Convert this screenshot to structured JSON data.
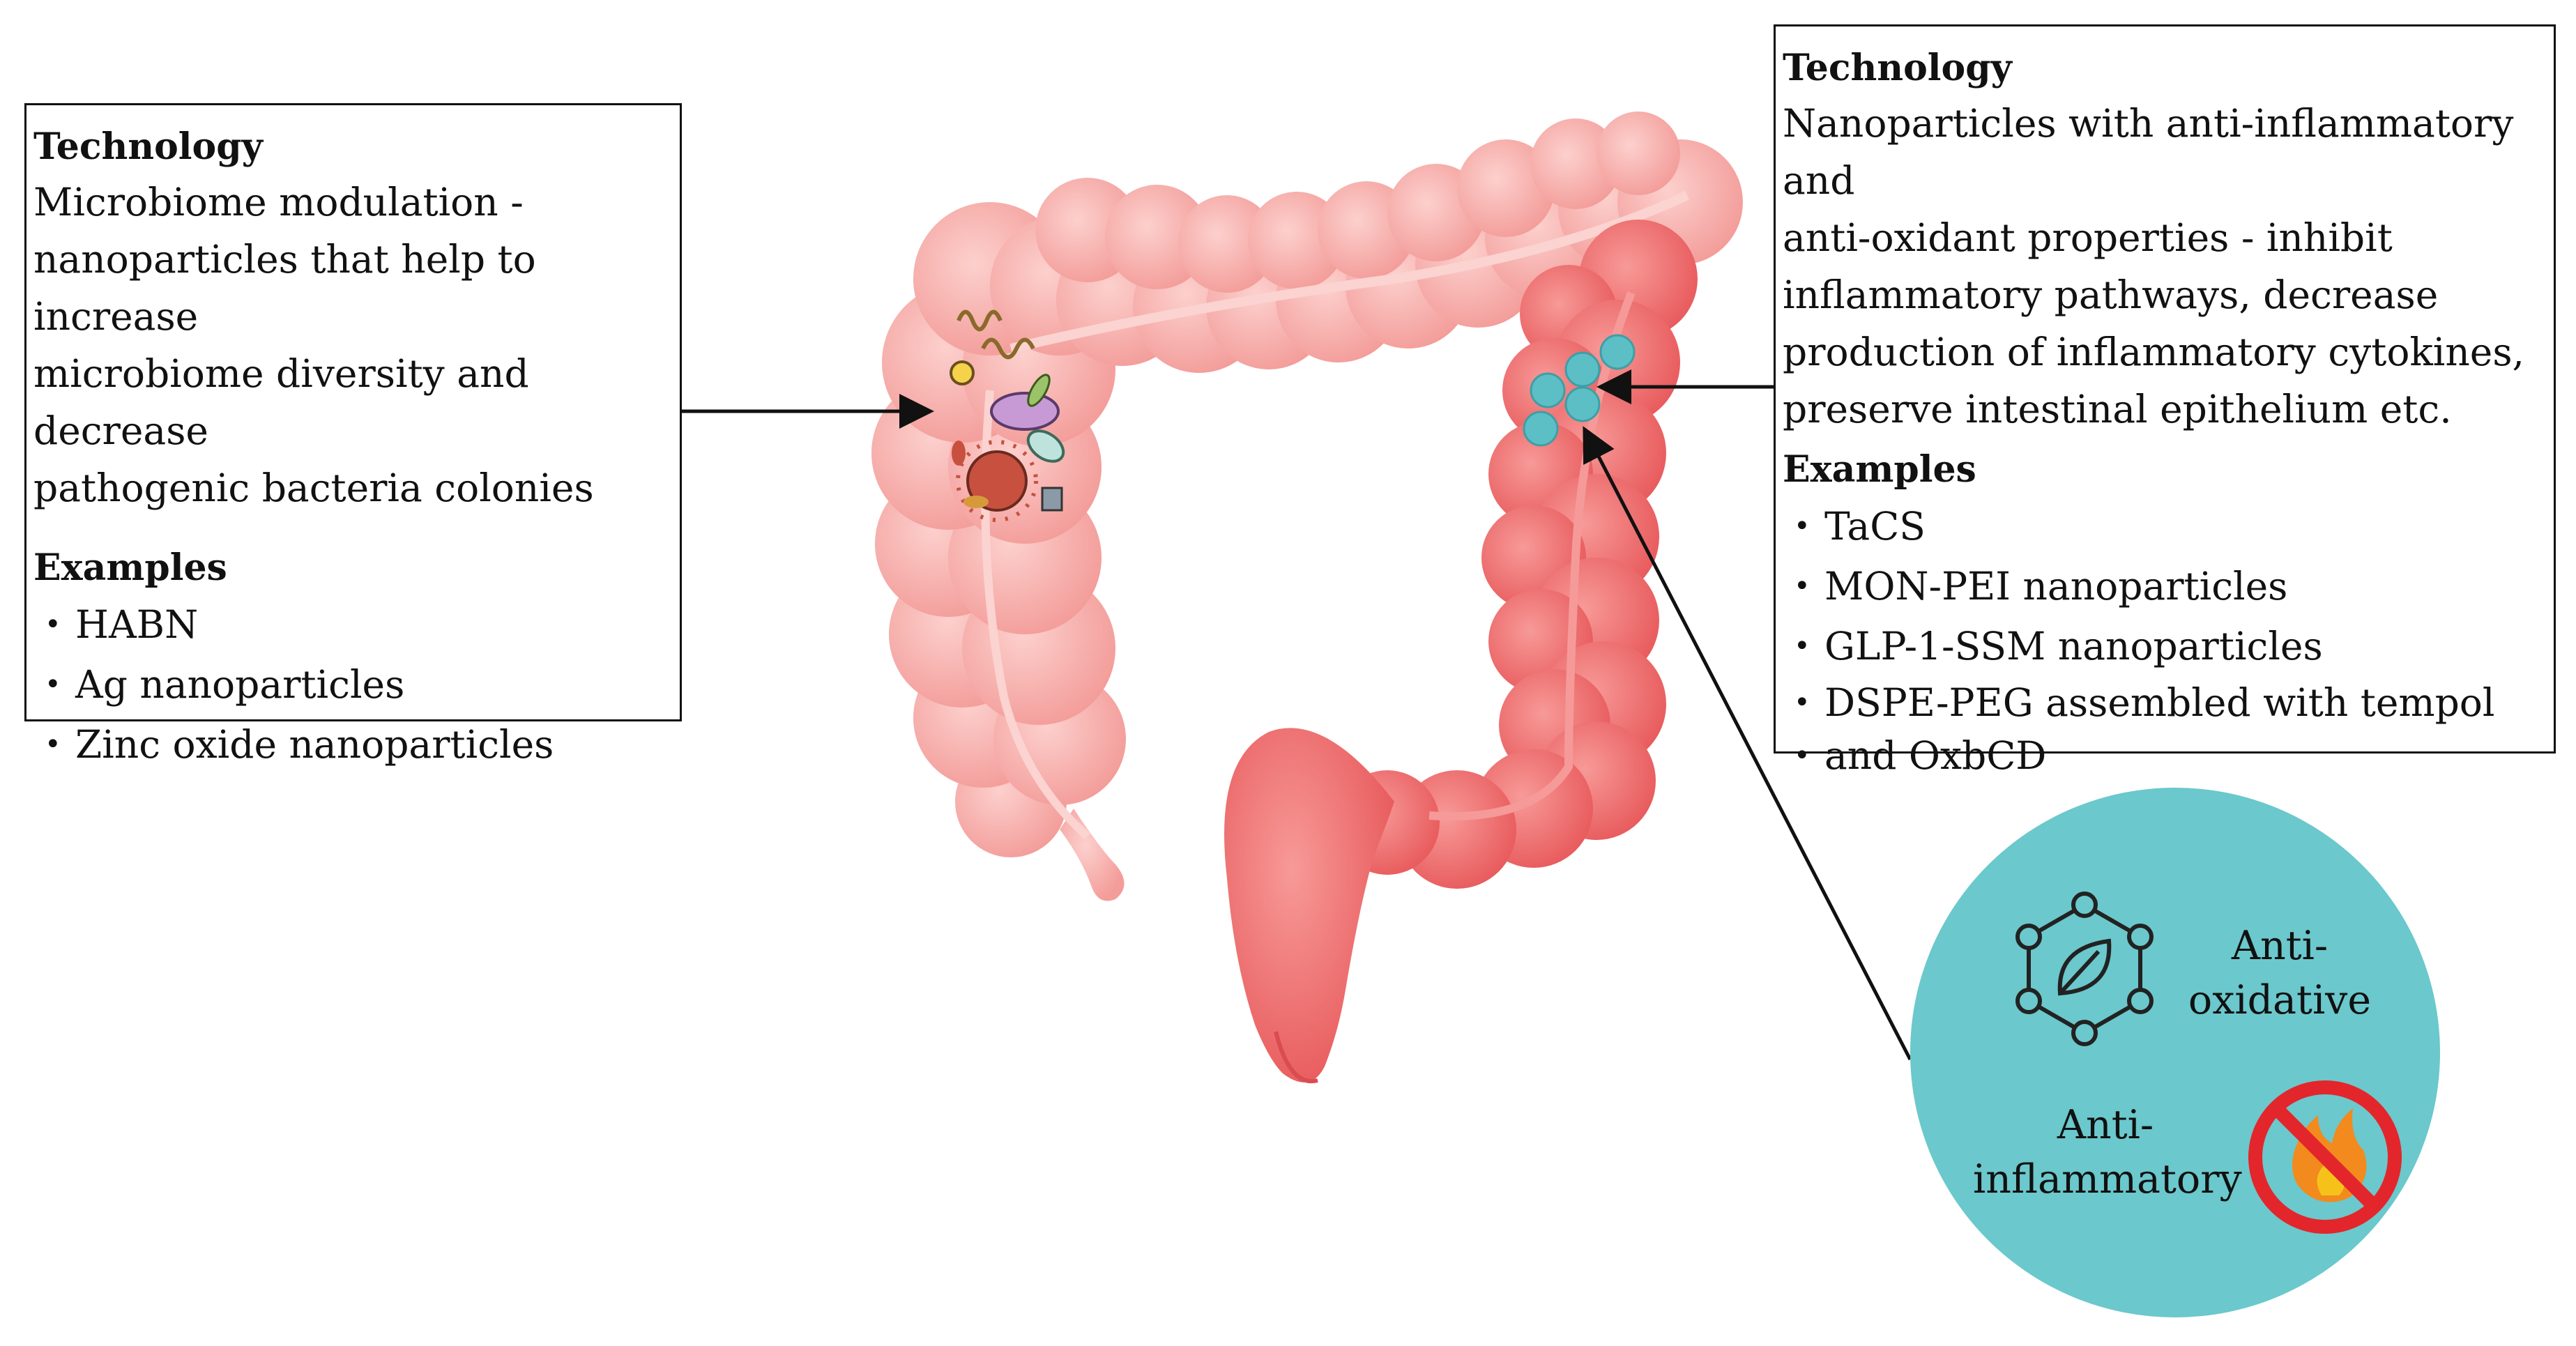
{
  "left_panel": {
    "heading": "Technology",
    "description_lines": [
      "Microbiome modulation -",
      "nanoparticles that help to increase",
      "microbiome diversity and decrease",
      "pathogenic bacteria colonies"
    ],
    "examples_heading": "Examples",
    "examples": [
      "HABN",
      "Ag nanoparticles",
      "Zinc oxide nanoparticles"
    ]
  },
  "right_panel": {
    "heading": "Technology",
    "description_lines": [
      "Nanoparticles with anti-inflammatory and",
      "anti-oxidant properties - inhibit",
      "inflammatory pathways, decrease",
      "production of inflammatory cytokines,",
      "preserve intestinal epithelium etc."
    ],
    "examples_heading": "Examples",
    "examples": [
      "TaCS",
      "MON-PEI nanoparticles",
      "GLP-1-SSM nanoparticles",
      "DSPE-PEG assembled with tempol",
      "and OxbCD"
    ]
  },
  "properties_circle": {
    "anti_oxidative_line1": "Anti-",
    "anti_oxidative_line2": "oxidative",
    "anti_inflammatory_line1": "Anti-",
    "anti_inflammatory_line2": "inflammatory",
    "icons": [
      "leaf-hexagon-molecule-icon",
      "no-fire-icon"
    ]
  },
  "colors": {
    "healthy_colon": "#f7a9a6",
    "inflamed_colon": "#ef6d6e",
    "nanoparticle": "#5bbfc5",
    "circle_fill": "#6bc8cc",
    "no_sign_red": "#e3262b"
  }
}
